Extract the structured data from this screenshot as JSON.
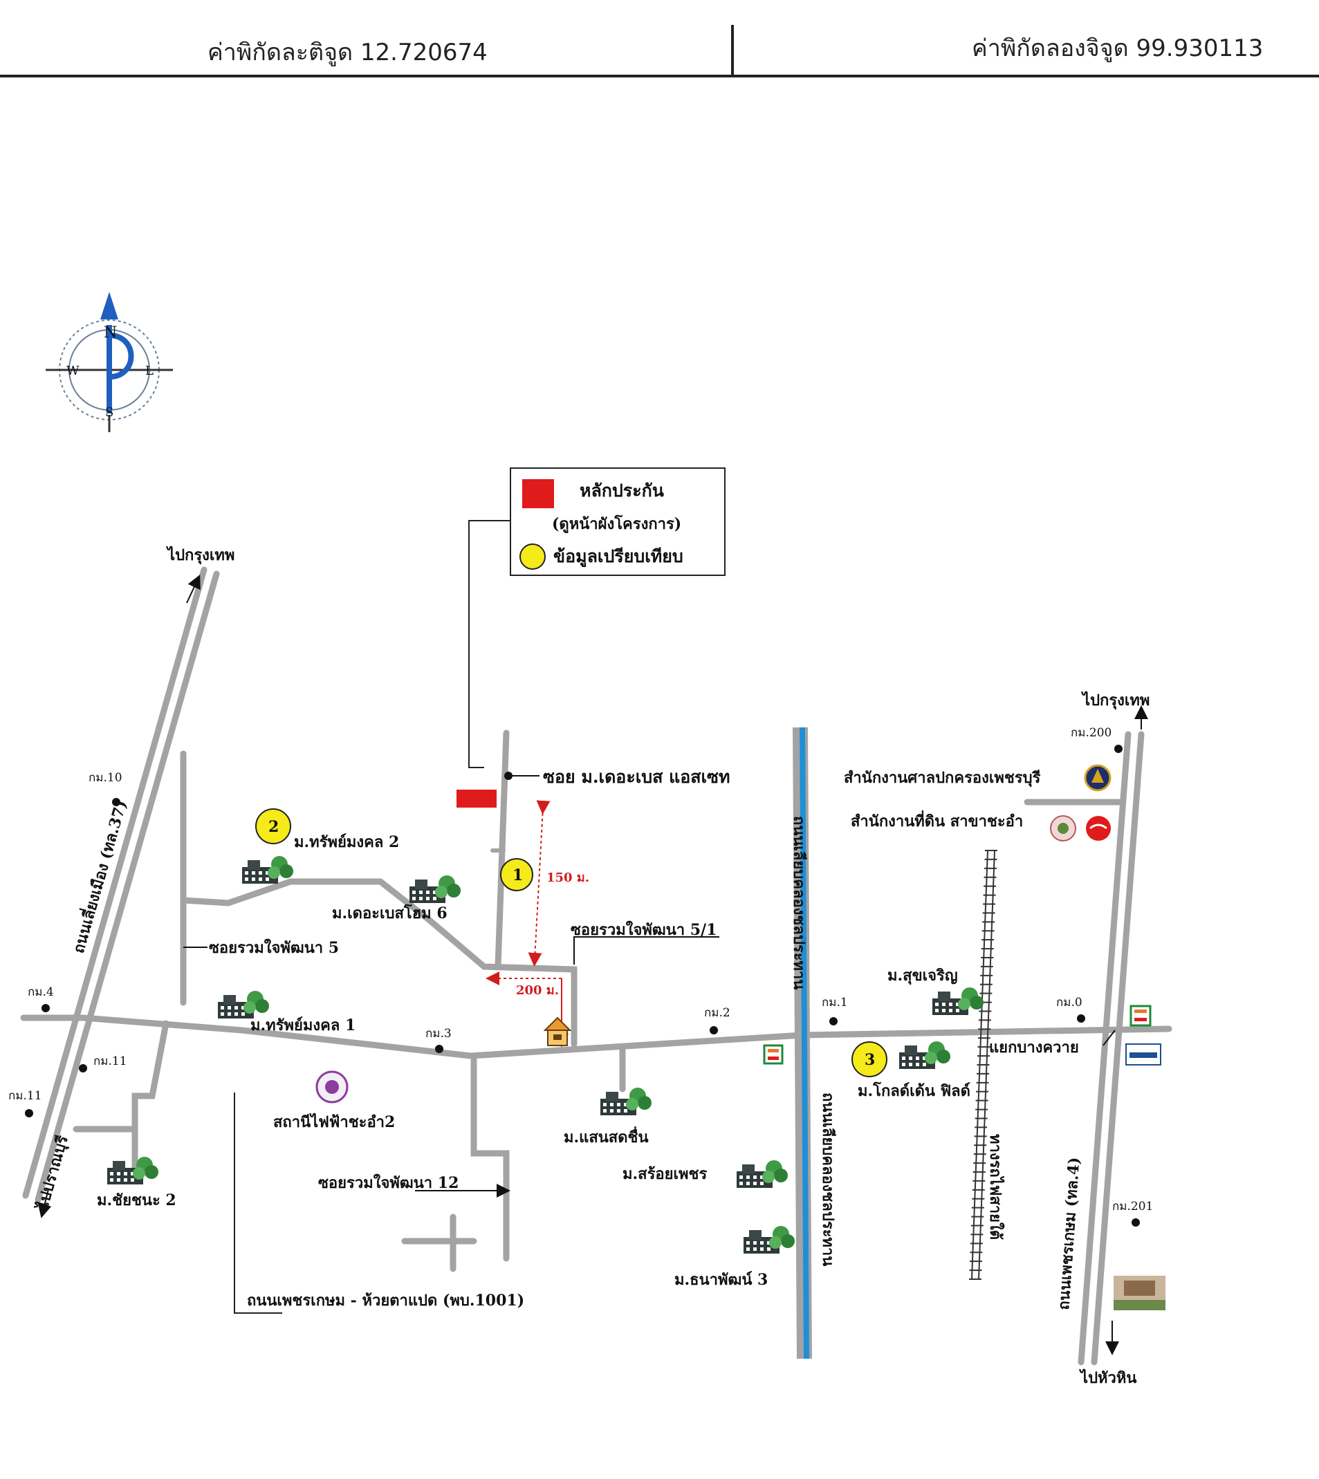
{
  "header": {
    "latitude": "ค่าพิกัดละติจูด 12.720674",
    "longitude": "ค่าพิกัดลองจิจูด 99.930113"
  },
  "compass": {
    "n": "N",
    "s": "S",
    "w": "W",
    "e": "L"
  },
  "legend": {
    "collateral": "หลักประกัน",
    "collateral_note": "(ดูหน้าผังโครงการ)",
    "comparison": "ข้อมูลเปรียบเทียบ"
  },
  "directions": {
    "to_bangkok_left": "ไปกรุงเทพ",
    "to_bangkok_right": "ไปกรุงเทพ",
    "to_pranburi": "ไปปราณบุรี",
    "to_huahin": "ไปหัวหิน"
  },
  "roads": {
    "bypass": "ถนนเลี่ยงเมือง (ทล.37)",
    "phetkasem": "ถนนเพชรเกษม (ทล.4)",
    "canal_road_top": "ถนนเลียบคลองชลประทาน",
    "canal_road_bottom": "ถนนเลียบคลองชลประทาน",
    "railway": "ทางรถไฟสายใต้",
    "phetkasem_huaitapaet": "ถนนเพชรเกษม - ห้วยตาแปด (พบ.1001)",
    "soi_base": "ซอย ม.เดอะเบส แอสเซท",
    "soi_5": "ซอยรวมใจพัฒนา 5",
    "soi_5_1": "ซอยรวมใจพัฒนา 5/1",
    "soi_12": "ซอยรวมใจพัฒนา 12",
    "junction": "แยกบางควาย"
  },
  "km_markers": [
    {
      "id": "km10",
      "label": "กม.10"
    },
    {
      "id": "km4",
      "label": "กม.4"
    },
    {
      "id": "km11a",
      "label": "กม.11"
    },
    {
      "id": "km11b",
      "label": "กม.11"
    },
    {
      "id": "km3",
      "label": "กม.3"
    },
    {
      "id": "km2",
      "label": "กม.2"
    },
    {
      "id": "km1",
      "label": "กม.1"
    },
    {
      "id": "km0",
      "label": "กม.0"
    },
    {
      "id": "km200",
      "label": "กม.200"
    },
    {
      "id": "km201",
      "label": "กม.201"
    }
  ],
  "places": {
    "sap_mongkol_2": "ม.ทรัพย์มงคล 2",
    "the_base_home_6": "ม.เดอะเบสโฮม 6",
    "sap_mongkol_1": "ม.ทรัพย์มงคล 1",
    "substation": "สถานีไฟฟ้าชะอำ2",
    "chaichana_2": "ม.ชัยชนะ 2",
    "saensodchuen": "ม.แสนสดชื่น",
    "soipetch": "ม.สร้อยเพชร",
    "thanapat_3": "ม.ธนาพัฒน์ 3",
    "sukcharoen": "ม.สุขเจริญ",
    "golden_field": "ม.โกลด์เด้น ฟิลด์",
    "admin_court": "สำนักงานศาลปกครองเพชรบุรี",
    "land_office": "สำนักงานที่ดิน สาขาชะอำ"
  },
  "comparisons": [
    {
      "id": "c1",
      "label": "1"
    },
    {
      "id": "c2",
      "label": "2"
    },
    {
      "id": "c3",
      "label": "3"
    }
  ],
  "distances": {
    "north": "150 ม.",
    "west": "200 ม."
  },
  "colors": {
    "road": "#a3a3a3",
    "canal": "#1f8fd6",
    "collateral": "#e01b1b",
    "comparison": "#f5ea1a",
    "distance": "#d21d1d",
    "tree": "#3f9a45"
  },
  "icons": {
    "compass": "compass-rose-icon",
    "house": "house-icon",
    "village": "village-buildings-icon",
    "seven_eleven": "seven-eleven-icon",
    "coca_cola": "coca-cola-icon",
    "substation": "pea-logo-icon"
  }
}
